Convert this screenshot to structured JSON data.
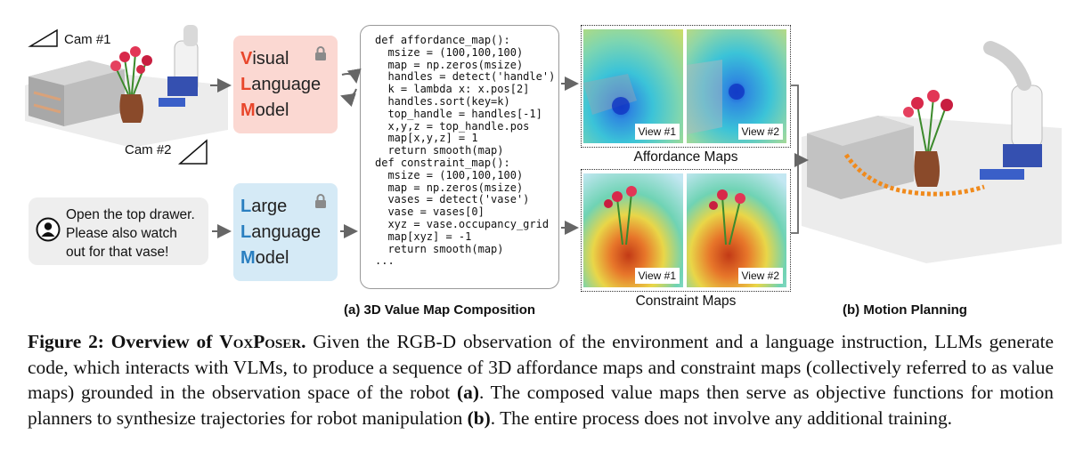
{
  "scene": {
    "cam1_label": "Cam #1",
    "cam2_label": "Cam #2"
  },
  "instruction": {
    "lines": [
      "Open the top drawer.",
      "Please also watch",
      "out for that vase!"
    ],
    "icon": "user-icon"
  },
  "vlm": {
    "words": [
      {
        "cap": "V",
        "rest": "isual"
      },
      {
        "cap": "L",
        "rest": "anguage"
      },
      {
        "cap": "M",
        "rest": "odel"
      }
    ],
    "cap_color": "#e8462b",
    "bg_color": "#fbd8d2",
    "icon": "lock-icon"
  },
  "llm": {
    "words": [
      {
        "cap": "L",
        "rest": "arge"
      },
      {
        "cap": "L",
        "rest": "anguage"
      },
      {
        "cap": "M",
        "rest": "odel"
      }
    ],
    "cap_color": "#2a7fc0",
    "bg_color": "#d5eaf6",
    "icon": "lock-icon"
  },
  "code": {
    "lines": [
      "def affordance_map():",
      "  msize = (100,100,100)",
      "  map = np.zeros(msize)",
      "  handles = detect('handle')",
      "  k = lambda x: x.pos[2]",
      "  handles.sort(key=k)",
      "  top_handle = handles[-1]",
      "  x,y,z = top_handle.pos",
      "  map[x,y,z] = 1",
      "  return smooth(map)",
      "def constraint_map():",
      "  msize = (100,100,100)",
      "  map = np.zeros(msize)",
      "  vases = detect('vase')",
      "  vase = vases[0]",
      "  xyz = vase.occupancy_grid",
      "  map[xyz] = -1",
      "  return smooth(map)",
      "..."
    ]
  },
  "affordance": {
    "caption": "Affordance Maps",
    "view1": "View #1",
    "view2": "View #2"
  },
  "constraint": {
    "caption": "Constraint Maps",
    "view1": "View #1",
    "view2": "View #2"
  },
  "subcaptions": {
    "a": "(a) 3D Value Map Composition",
    "b": "(b) Motion Planning"
  },
  "figure_caption": {
    "label": "Figure 2: Overview of ",
    "name": "VoxPoser",
    "label_end": ".",
    "body_1": " Given the RGB-D observation of the environment and a language instruction, LLMs generate code, which interacts with VLMs, to produce a sequence of 3D affordance maps and constraint maps (collectively referred to as value maps) grounded in the observation space of the robot ",
    "ref_a": "(a)",
    "body_2": ". The composed value maps then serve as objective functions for motion planners to synthesize trajectories for robot manipulation ",
    "ref_b": "(b)",
    "body_3": ". The entire process does not involve any additional training."
  }
}
